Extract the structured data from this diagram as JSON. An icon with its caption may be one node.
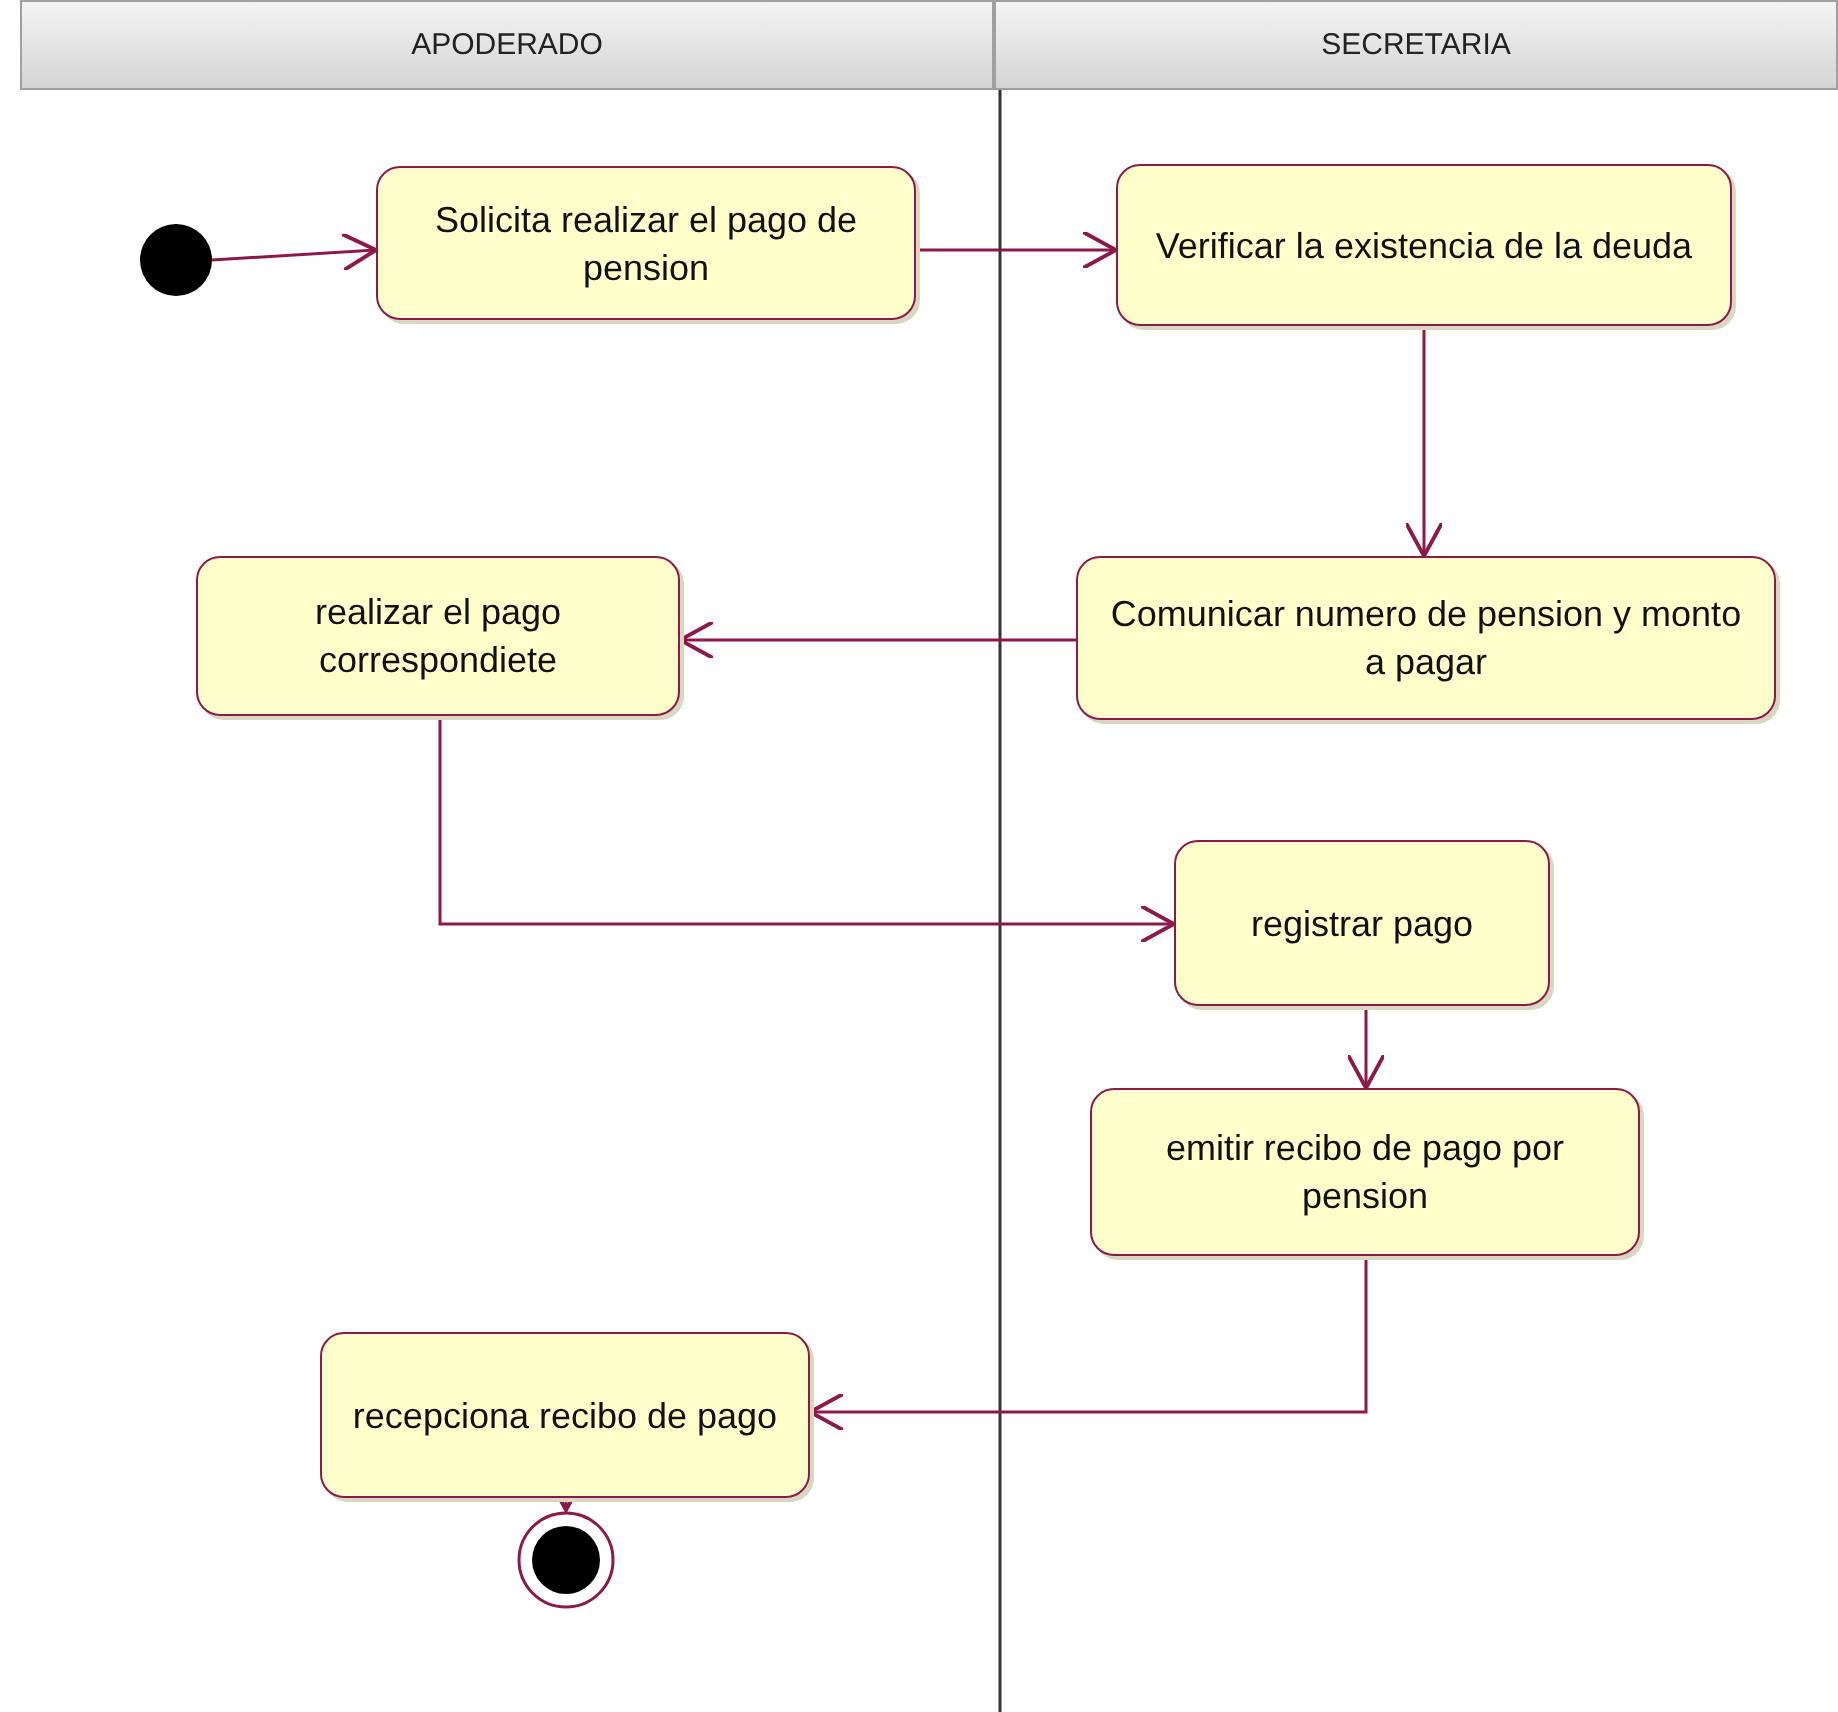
{
  "diagram": {
    "nodes": [
      {
        "text": [
          "APODERADO"
        ]
      },
      {
        "text": [
          "SECRETARIA"
        ]
      },
      {
        "text": [],
        "shape": "circle"
      },
      {
        "text": [
          "Solicita realizar el pago de pension"
        ]
      },
      {
        "text": [
          "Verificar la existencia de la deuda"
        ]
      },
      {
        "text": [
          "realizar el pago correspondiete"
        ]
      },
      {
        "text": [
          "Comunicar numero de pension y monto a pagar"
        ]
      },
      {
        "text": [
          "registrar pago"
        ]
      },
      {
        "text": [
          "emitir recibo de pago por pension"
        ]
      },
      {
        "text": [
          "recepciona recibo de pago"
        ]
      },
      {
        "text": [],
        "shape": "circle"
      }
    ],
    "edges": [
      {
        "from": 2,
        "to": 3,
        "arrow": "to"
      },
      {
        "from": 3,
        "to": 4,
        "arrow": "to"
      },
      {
        "from": 4,
        "to": 6,
        "arrow": "to"
      },
      {
        "from": 6,
        "to": 5,
        "arrow": "to"
      },
      {
        "from": 5,
        "to": 7,
        "arrow": "to"
      },
      {
        "from": 7,
        "to": 8,
        "arrow": "to"
      },
      {
        "from": 8,
        "to": 9,
        "arrow": "to"
      },
      {
        "from": 9,
        "to": 10,
        "arrow": "to"
      }
    ]
  }
}
